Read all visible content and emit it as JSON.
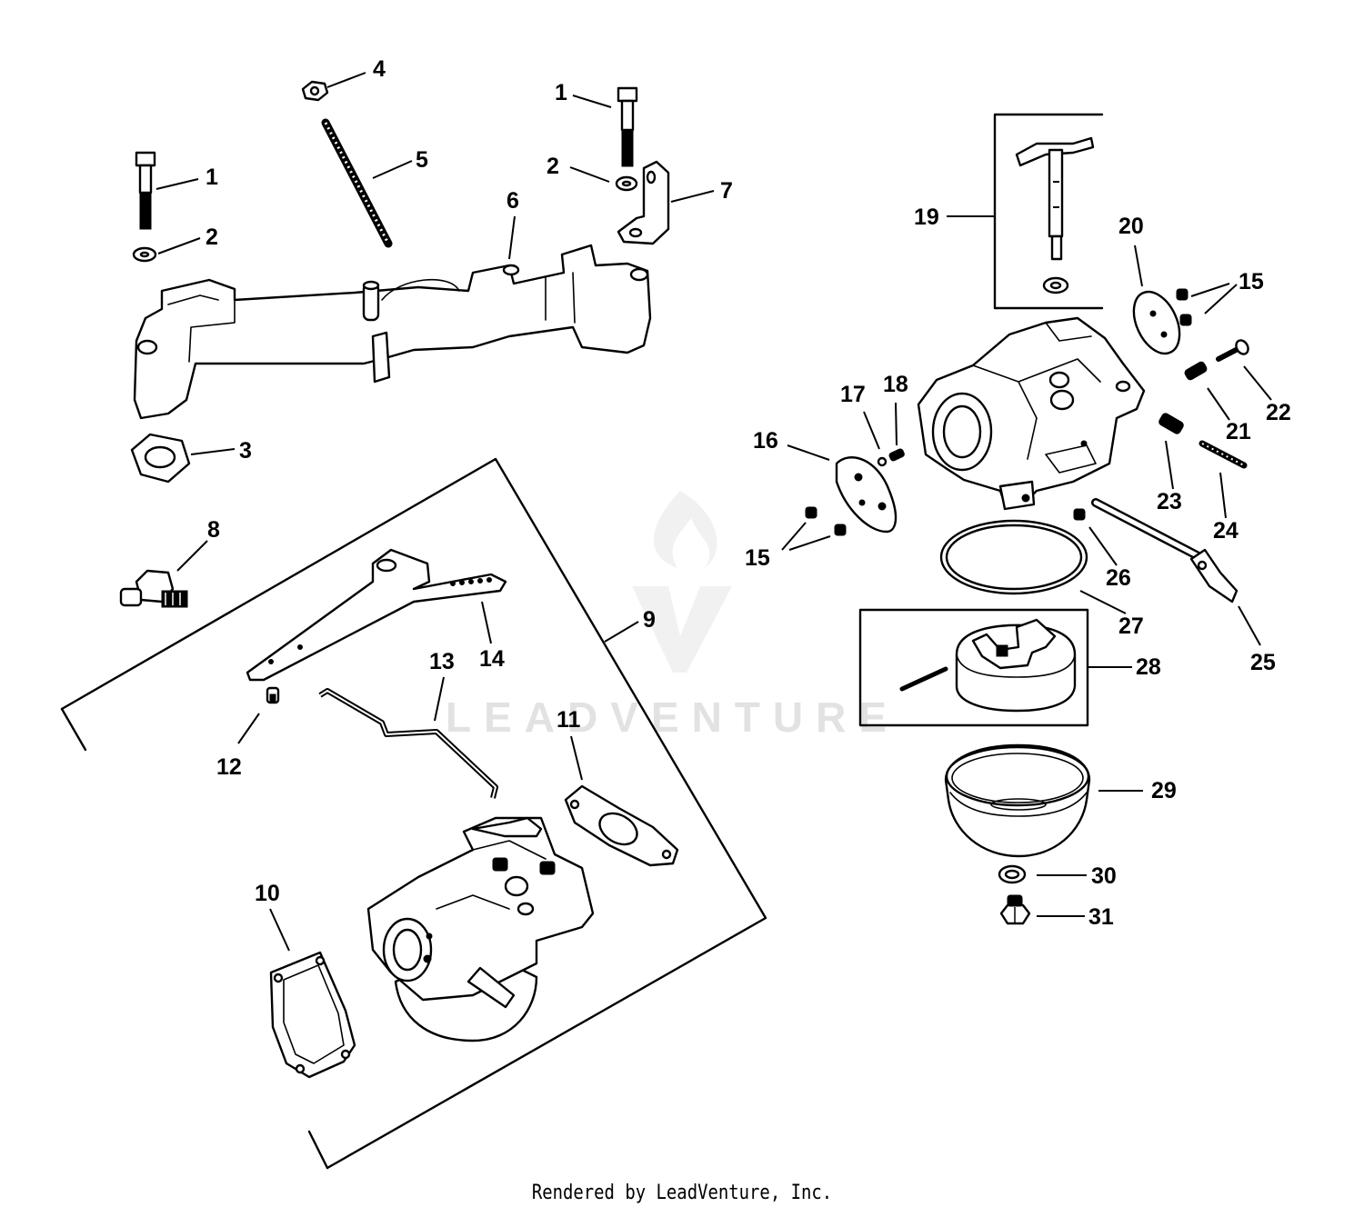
{
  "callouts": [
    {
      "id": "c1a",
      "label": "1"
    },
    {
      "id": "c2a",
      "label": "2"
    },
    {
      "id": "c3",
      "label": "3"
    },
    {
      "id": "c4",
      "label": "4"
    },
    {
      "id": "c5",
      "label": "5"
    },
    {
      "id": "c1b",
      "label": "1"
    },
    {
      "id": "c2b",
      "label": "2"
    },
    {
      "id": "c6",
      "label": "6"
    },
    {
      "id": "c7",
      "label": "7"
    },
    {
      "id": "c8",
      "label": "8"
    },
    {
      "id": "c9",
      "label": "9"
    },
    {
      "id": "c10",
      "label": "10"
    },
    {
      "id": "c11",
      "label": "11"
    },
    {
      "id": "c12",
      "label": "12"
    },
    {
      "id": "c13",
      "label": "13"
    },
    {
      "id": "c14",
      "label": "14"
    },
    {
      "id": "c15a",
      "label": "15"
    },
    {
      "id": "c15b",
      "label": "15"
    },
    {
      "id": "c16",
      "label": "16"
    },
    {
      "id": "c17",
      "label": "17"
    },
    {
      "id": "c18",
      "label": "18"
    },
    {
      "id": "c19",
      "label": "19"
    },
    {
      "id": "c20",
      "label": "20"
    },
    {
      "id": "c21",
      "label": "21"
    },
    {
      "id": "c22",
      "label": "22"
    },
    {
      "id": "c23",
      "label": "23"
    },
    {
      "id": "c24",
      "label": "24"
    },
    {
      "id": "c25",
      "label": "25"
    },
    {
      "id": "c26",
      "label": "26"
    },
    {
      "id": "c27",
      "label": "27"
    },
    {
      "id": "c28",
      "label": "28"
    },
    {
      "id": "c29",
      "label": "29"
    },
    {
      "id": "c30",
      "label": "30"
    },
    {
      "id": "c31",
      "label": "31"
    }
  ],
  "watermark": {
    "text": "LEADVENTURE"
  },
  "footer": {
    "text": "Rendered by LeadVenture, Inc."
  }
}
